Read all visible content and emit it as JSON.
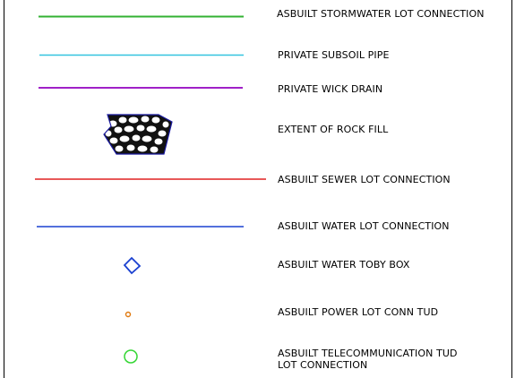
{
  "legend": {
    "items": [
      {
        "key": "stormwater",
        "label": "ASBUILT STORMWATER LOT CONNECTION",
        "symbol": "line",
        "color": "#33b233"
      },
      {
        "key": "subsoil",
        "label": "PRIVATE SUBSOIL PIPE",
        "symbol": "line",
        "color": "#33c4e0"
      },
      {
        "key": "wick",
        "label": "PRIVATE WICK DRAIN",
        "symbol": "line",
        "color": "#a020c8"
      },
      {
        "key": "rockfill",
        "label": "EXTENT OF ROCK FILL",
        "symbol": "hatch-polygon",
        "color": "#1a1aa0"
      },
      {
        "key": "sewer",
        "label": "ASBUILT SEWER LOT CONNECTION",
        "symbol": "line",
        "color": "#e02020"
      },
      {
        "key": "water",
        "label": "ASBUILT WATER LOT CONNECTION",
        "symbol": "line",
        "color": "#1a40d0"
      },
      {
        "key": "toby",
        "label": "ASBUILT WATER TOBY BOX",
        "symbol": "diamond",
        "color": "#1a40d0"
      },
      {
        "key": "power",
        "label": "ASBUILT POWER LOT CONN TUD",
        "symbol": "small-circle",
        "color": "#e07a10"
      },
      {
        "key": "telecom",
        "label": "ASBUILT TELECOMMUNICATION TUD\nLOT CONNECTION",
        "symbol": "circle",
        "color": "#33d633"
      }
    ]
  }
}
